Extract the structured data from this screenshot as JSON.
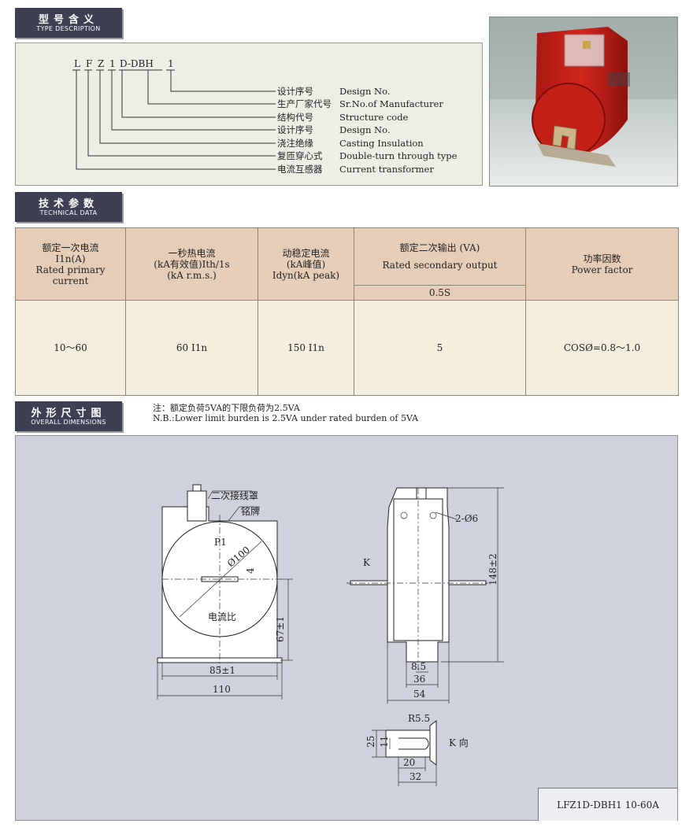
{
  "sections": {
    "type_description": {
      "cn": "型号含义",
      "en": "TYPE DESCRIPTION"
    },
    "technical_data": {
      "cn": "技术参数",
      "en": "TECHNICAL DATA"
    },
    "overall_dimensions": {
      "cn": "外形尺寸图",
      "en": "OVERALL DIMENSIONS"
    }
  },
  "model": {
    "code": [
      "L",
      "F",
      "Z",
      "1",
      "D-DBH",
      "1"
    ],
    "items": [
      {
        "cn": "设计序号",
        "en": "Design No."
      },
      {
        "cn": "生产厂家代号",
        "en": "Sr.No.of Manufacturer"
      },
      {
        "cn": "结构代号",
        "en": "Structure code"
      },
      {
        "cn": "设计序号",
        "en": "Design No."
      },
      {
        "cn": "浇注绝缘",
        "en": "Casting Insulation"
      },
      {
        "cn": "复匝穿心式",
        "en": "Double-turn through type"
      },
      {
        "cn": "电流互感器",
        "en": "Current transformer"
      }
    ]
  },
  "table": {
    "headers": [
      [
        "额定一次电流",
        "I1n(A)",
        "Rated primary",
        "current"
      ],
      [
        "一秒热电流",
        "(kA有效值)Ith/1s",
        "(kA r.m.s.)"
      ],
      [
        "动稳定电流",
        "(kA峰值)",
        "Idyn(kA peak)"
      ],
      [
        "额定二次输出 (VA)",
        "Rated secondary output"
      ],
      [
        "功率因数",
        "Power factor"
      ]
    ],
    "subheader": "0.5S",
    "row": [
      "10～60",
      "60 I1n",
      "150 I1n",
      "5",
      "COSØ=0.8～1.0"
    ]
  },
  "note": {
    "cn": "注：额定负荷5VA的下限负荷为2.5VA",
    "en": "N.B.:Lower limit burden is 2.5VA under rated burden of 5VA"
  },
  "drawing": {
    "secondary_cover": "二次接线罩",
    "nameplate": "铭牌",
    "p1": "P1",
    "diameter": "Ø100",
    "four": "4",
    "ratio": "电流比",
    "h67": "67±1",
    "w85": "85±1",
    "w110": "110",
    "k_side": "K",
    "holes": "2-Ø6",
    "h148": "148±2",
    "w85b": "8.5",
    "w36": "36",
    "w54": "54",
    "r55": "R5.5",
    "d25": "25",
    "d11": "11",
    "d20": "20",
    "d32": "32",
    "k_view": "K 向"
  },
  "model_tag": "LFZ1D-DBH1   10-60A",
  "colors": {
    "header_bg": "#3d3f52",
    "table_head": "#e6cdb7",
    "table_body": "#f4eedf",
    "drawing_bg": "#cfd2dc",
    "product_red": "#c0201a"
  }
}
